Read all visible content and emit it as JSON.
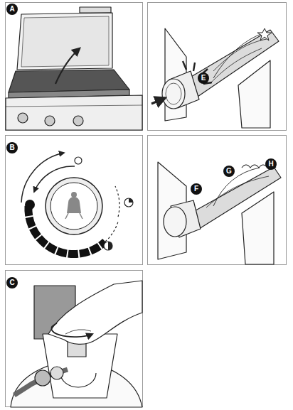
{
  "diagram": {
    "labels": [
      "A",
      "E",
      "B",
      "F",
      "G",
      "H",
      "C"
    ]
  }
}
